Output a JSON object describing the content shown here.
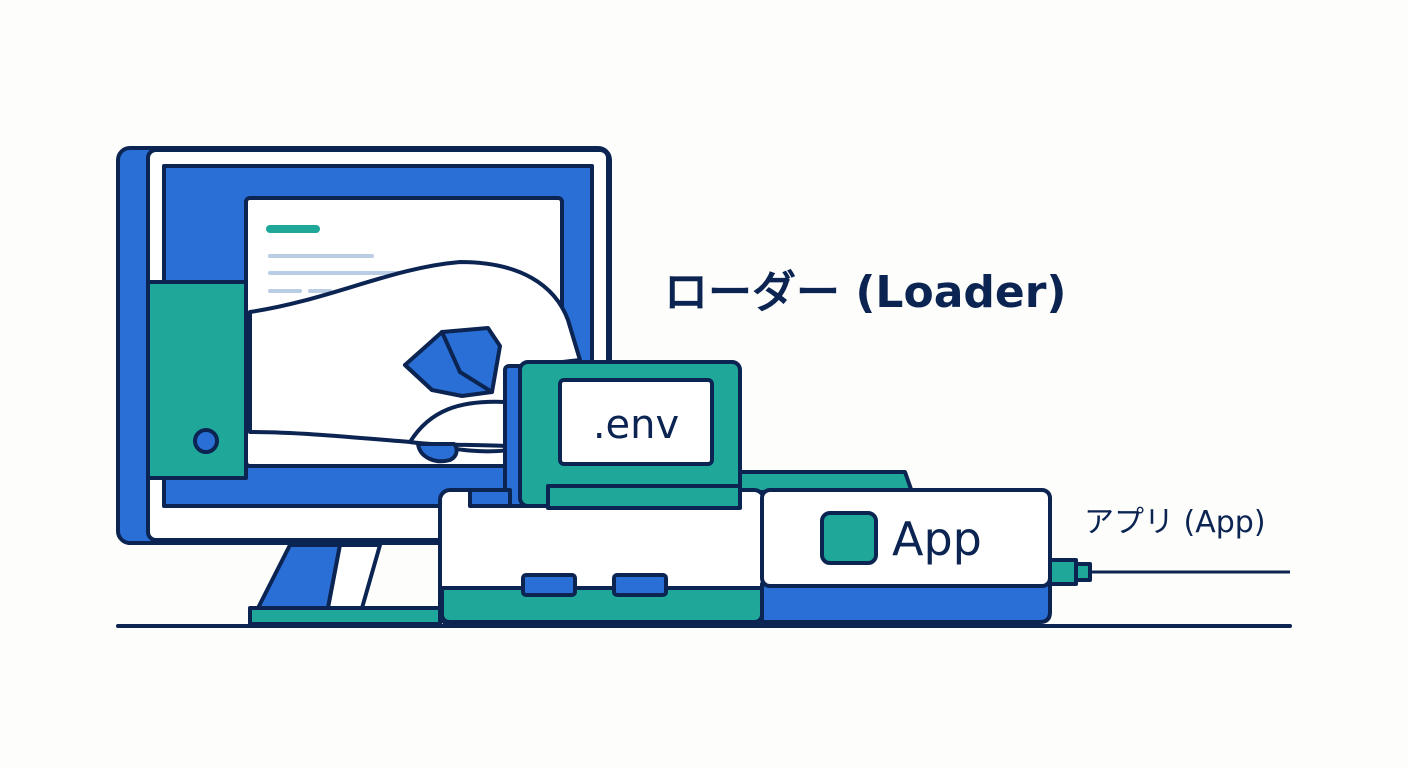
{
  "labels": {
    "loader": "ローダー (Loader)",
    "env": ".env",
    "app_box": "App",
    "app_side": "アプリ (App)"
  },
  "colors": {
    "navy": "#0b2452",
    "blue": "#2a6fd6",
    "teal": "#1fa89a",
    "white": "#ffffff",
    "paper": "#fdfdfb",
    "line_light": "#b9cde4"
  },
  "icons": [
    "monitor-icon",
    "hand-icon",
    "cartridge-icon",
    "console-icon",
    "cable-icon"
  ]
}
